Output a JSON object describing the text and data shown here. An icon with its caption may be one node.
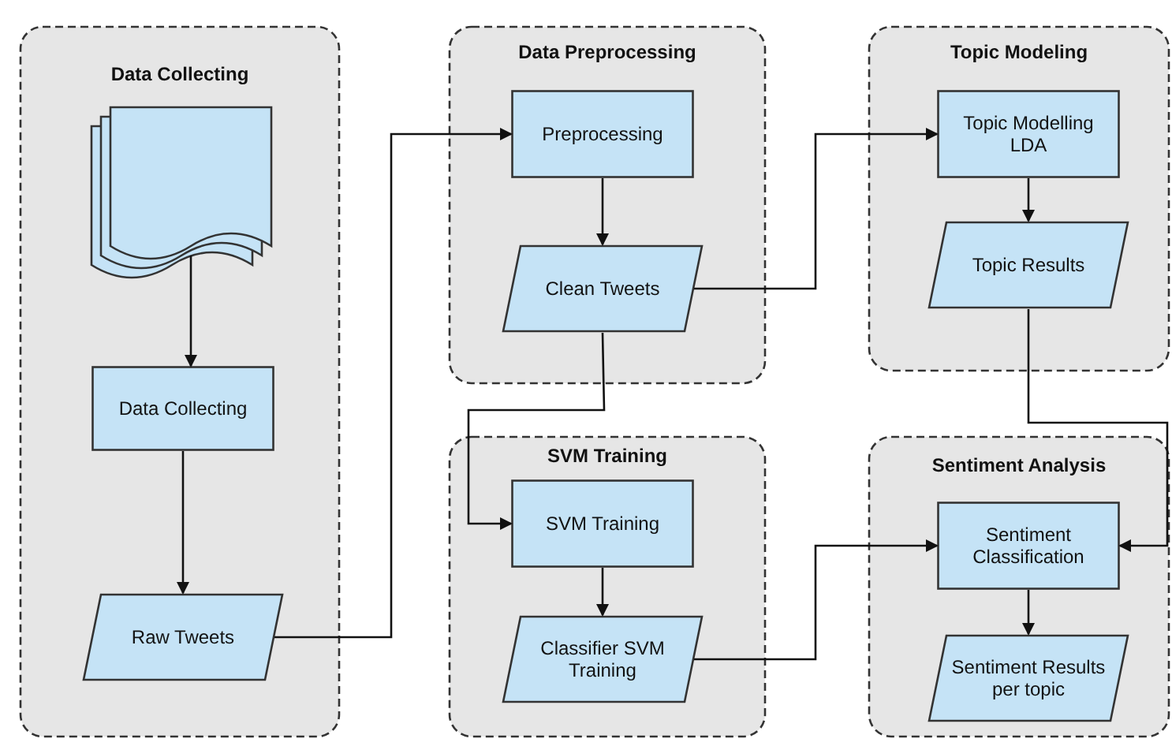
{
  "diagram": {
    "nodes": [
      {
        "text": [
          "Data Collecting"
        ]
      },
      {
        "text": [],
        "shape": "document",
        "in": 0
      },
      {
        "text": [
          "Data Collecting"
        ],
        "in": 0
      },
      {
        "text": [
          "Raw Tweets"
        ],
        "in": 0
      },
      {
        "text": [
          "Data Preprocessing"
        ]
      },
      {
        "text": [
          "Preprocessing"
        ],
        "in": 4
      },
      {
        "text": [
          "Clean Tweets"
        ],
        "in": 4
      },
      {
        "text": [
          "Topic Modeling"
        ]
      },
      {
        "text": [
          "Topic Modelling LDA"
        ],
        "in": 7
      },
      {
        "text": [
          "Topic Results"
        ],
        "in": 7
      },
      {
        "text": [
          "SVM Training"
        ]
      },
      {
        "text": [
          "SVM Training"
        ],
        "in": 10
      },
      {
        "text": [
          "Classifier SVM Training"
        ],
        "in": 10
      },
      {
        "text": [
          "Sentiment Analysis"
        ]
      },
      {
        "text": [
          "Sentiment Classification"
        ],
        "in": 13
      },
      {
        "text": [
          "Sentiment Results per topic"
        ],
        "in": 13
      }
    ],
    "edges": [
      {
        "from": 1,
        "to": 2,
        "arrow": "to"
      },
      {
        "from": 2,
        "to": 3,
        "arrow": "to"
      },
      {
        "from": 3,
        "to": 5,
        "arrow": "to"
      },
      {
        "from": 5,
        "to": 6,
        "arrow": "to"
      },
      {
        "from": 6,
        "to": 8,
        "arrow": "to"
      },
      {
        "from": 8,
        "to": 9,
        "arrow": "to"
      },
      {
        "from": 6,
        "to": 11,
        "arrow": "to"
      },
      {
        "from": 11,
        "to": 12,
        "arrow": "to"
      },
      {
        "from": 12,
        "to": 14,
        "arrow": "to"
      },
      {
        "from": 14,
        "to": 15,
        "arrow": "to"
      },
      {
        "from": 9,
        "to": 14,
        "arrow": "to"
      }
    ]
  }
}
